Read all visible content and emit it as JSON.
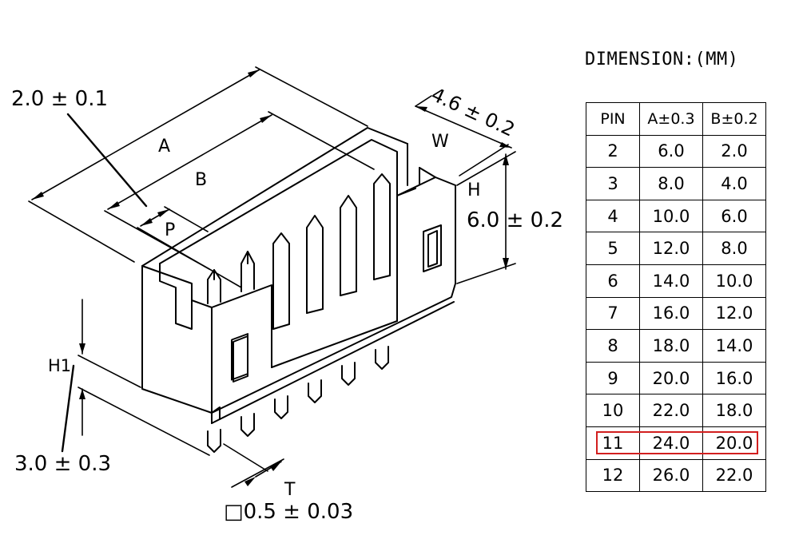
{
  "diagram": {
    "labels": {
      "pitch_tol": "2.0 ± 0.1",
      "dim_a": "A",
      "dim_b": "B",
      "dim_p": "P",
      "width_tol": "4.6 ± 0.2",
      "dim_w": "W",
      "dim_h": "H",
      "height_tol": "6.0 ± 0.2",
      "dim_h1": "H1",
      "h1_tol": "3.0 ± 0.3",
      "dim_t": "T",
      "pin_tol": "□0.5 ± 0.03"
    }
  },
  "table": {
    "title": "DIMENSION:(MM)",
    "headers": [
      "PIN",
      "A±0.3",
      "B±0.2"
    ],
    "rows": [
      [
        "2",
        "6.0",
        "2.0"
      ],
      [
        "3",
        "8.0",
        "4.0"
      ],
      [
        "4",
        "10.0",
        "6.0"
      ],
      [
        "5",
        "12.0",
        "8.0"
      ],
      [
        "6",
        "14.0",
        "10.0"
      ],
      [
        "7",
        "16.0",
        "12.0"
      ],
      [
        "8",
        "18.0",
        "14.0"
      ],
      [
        "9",
        "20.0",
        "16.0"
      ],
      [
        "10",
        "22.0",
        "18.0"
      ],
      [
        "11",
        "24.0",
        "20.0"
      ],
      [
        "12",
        "26.0",
        "22.0"
      ]
    ],
    "highlighted_row": 9,
    "highlight_color": "#d21f1f"
  }
}
